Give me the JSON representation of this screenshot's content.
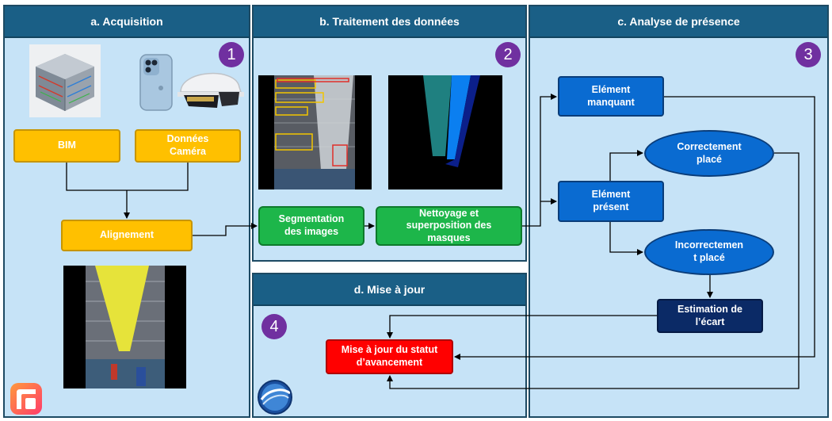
{
  "panels": {
    "a": {
      "title": "a. Acquisition",
      "badge": "1"
    },
    "b": {
      "title": "b. Traitement des données",
      "badge": "2"
    },
    "c": {
      "title": "c. Analyse de présence",
      "badge": "3"
    },
    "d": {
      "title": "d. Mise à jour",
      "badge": "4"
    }
  },
  "nodes": {
    "bim": "BIM",
    "camera": "Données\nCaméra",
    "alignment": "Alignement",
    "segmentation": "Segmentation\ndes images",
    "cleaning": "Nettoyage et\nsuperposition des\nmasques",
    "missing": "Elément\nmanquant",
    "present": "Elément\nprésent",
    "correct": "Correctement\nplacé",
    "incorrect": "Incorrectemen\nt placé",
    "estimation": "Estimation de\nl’écart",
    "update": "Mise à jour du statut\nd’avancement"
  },
  "colors": {
    "panel_bg": "#c6e3f7",
    "header_bg": "#1a5f86",
    "badge": "#7030a0",
    "yellow": "#ffc000",
    "green": "#1db64a",
    "blue": "#0a6bd1",
    "navy": "#0b2a66",
    "red": "#ff0000"
  },
  "icons": [
    "building-bim-model-icon",
    "smartphone-icon",
    "hard-hat-headset-icon",
    "site-photo-overlay-image",
    "segmented-photo-image",
    "mask-image",
    "aligned-photo-image",
    "app-logo-icon",
    "globe-logo-icon"
  ]
}
